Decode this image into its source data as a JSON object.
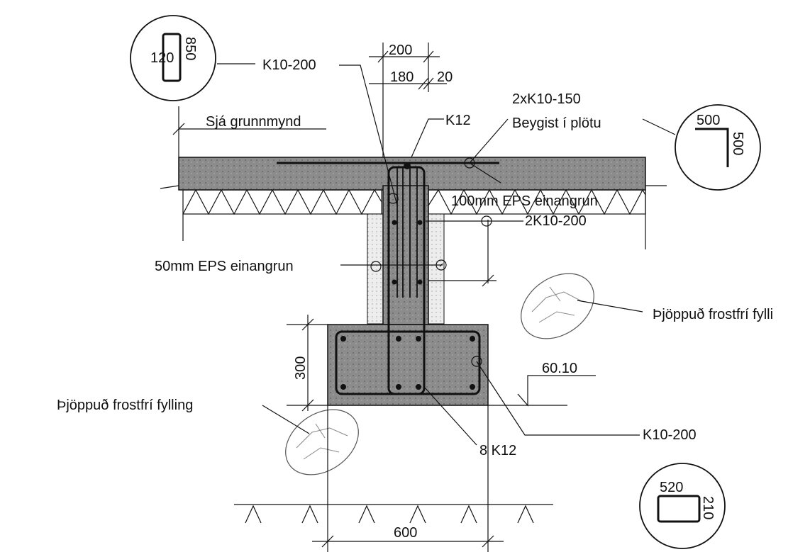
{
  "detail_labels": {
    "see_plan": "Sjá grunnmynd",
    "stirrup_wall": "K10-200",
    "top_bar": "K12",
    "slab_bars_line1": "2xK10-150",
    "slab_bars_line2": "Beygist í plötu",
    "slab_insulation": "100mm EPS einangrun",
    "wall_bars": "2K10-200",
    "wall_insulation": "50mm EPS einangrun",
    "fill_right": "Þjöppuð frostfrí fylli",
    "fill_left": "Þjöppuð frostfrí fylling",
    "footing_stirrup": "K10-200",
    "footing_bars": "8 K12"
  },
  "dimensions": {
    "wall_total": "200",
    "wall_concrete": "180",
    "wall_gap": "20",
    "footing_height": "300",
    "footing_width": "600",
    "elevation": "60.10"
  },
  "bar_shapes": {
    "stirrup_top_width": "120",
    "stirrup_top_height": "850",
    "bent_bar_a": "500",
    "bent_bar_b": "500",
    "stirrup_bottom_width": "520",
    "stirrup_bottom_height": "210"
  },
  "colors": {
    "ink": "#111111",
    "concrete": "#8a8a8a",
    "insulation": "#e8e8e8"
  }
}
